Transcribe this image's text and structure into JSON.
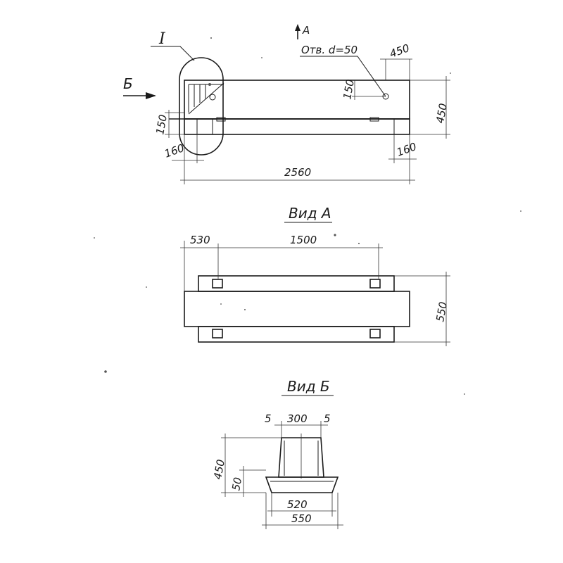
{
  "labels": {
    "detail_mark": "I",
    "view_b_arrow": "Б",
    "view_a_arrow": "А",
    "hole_note": "Отв. d=50",
    "view_a_title": "Вид А",
    "view_b_title": "Вид Б"
  },
  "dimensions": {
    "top_width_450": "450",
    "hole_offset_150": "150",
    "height_450": "450",
    "left_150": "150",
    "left_160": "160",
    "right_160": "160",
    "total_length": "2560",
    "edge_530": "530",
    "span_1500": "1500",
    "width_550": "550",
    "gap_5_left": "5",
    "post_300": "300",
    "gap_5_right": "5",
    "section_height_450": "450",
    "base_height_50": "50",
    "base_520": "520",
    "base_550": "550"
  }
}
